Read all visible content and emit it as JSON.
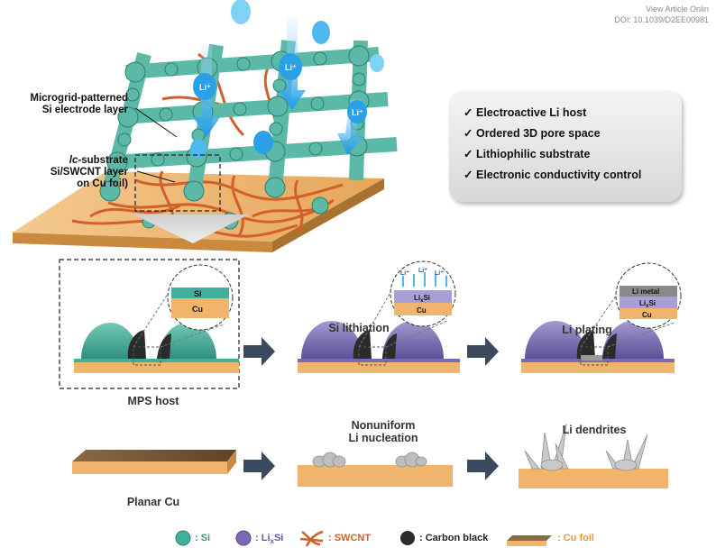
{
  "header": {
    "view_article": "View Article Onlin",
    "doi": "DOI: 10.1039/D2EE00981"
  },
  "labels": {
    "microgrid_line1": "Microgrid-patterned",
    "microgrid_line2": "Si electrode layer",
    "lc_line1_italic": "lc",
    "lc_line1_rest": "-substrate",
    "lc_line2": "Si/SWCNT layer",
    "lc_line3": "on Cu foil)",
    "li_ion": "Li⁺"
  },
  "properties": {
    "check": "✓",
    "items": [
      "Electroactive Li host",
      "Ordered 3D pore space",
      "Lithiophilic substrate",
      "Electronic conductivity control"
    ]
  },
  "insets": {
    "si": "Si",
    "cu": "Cu",
    "li_plus": "Li⁺",
    "lixsi_main": "Li",
    "lixsi_sub": "x",
    "lixsi_tail": "Si",
    "li_metal": "Li metal"
  },
  "stages": {
    "si_lithiation": "Si lithiation",
    "li_plating": "Li plating",
    "mps_host": "MPS host",
    "nonuniform_line1": "Nonuniform",
    "nonuniform_line2": "Li nucleation",
    "li_dendrites": "Li dendrites",
    "planar_cu": "Planar Cu"
  },
  "legend": {
    "si": ": Si",
    "lixsi_prefix": ": Li",
    "lixsi_sub": "x",
    "lixsi_tail": "Si",
    "swcnt": ": SWCNT",
    "carbon_black": ": Carbon black",
    "cu_foil": ": Cu foil"
  },
  "colors": {
    "si": "#3fb09c",
    "lixsi": "#7b6ab3",
    "swcnt": "#d2602a",
    "carbon": "#2b2b2b",
    "cu": "#f1b46b",
    "cu_dark": "#c98a3e",
    "li_blue": "#2aa0e6"
  }
}
